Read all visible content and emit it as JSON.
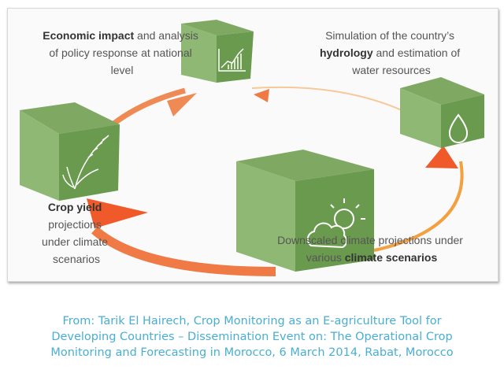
{
  "diagram": {
    "economic": {
      "bold": "Economic impact",
      "rest1": " and analysis",
      "line2": "of policy response at national",
      "line3": "level"
    },
    "hydrology": {
      "line1": "Simulation of the country’s",
      "bold": "hydrology",
      "rest2": " and estimation of",
      "line3": "water resources"
    },
    "crop": {
      "bold": "Crop yield",
      "line2": "projections",
      "line3": "under climate",
      "line4": "scenarios"
    },
    "climate": {
      "line1": "Downscaled climate projections under",
      "pre2": "various ",
      "bold": "climate scenarios"
    },
    "colors": {
      "cube_front": "#6a9a4e",
      "cube_side": "#8fb874",
      "cube_top": "#7fa862",
      "arrow": "#f07a45",
      "arrow_light": "#f3a040"
    }
  },
  "caption": {
    "line1": "From: Tarik El Hairech, Crop Monitoring as an E-agriculture Tool for",
    "line2": "Developing Countries – Dissemination Event on: The Operational Crop",
    "line3": "Monitoring and Forecasting in Morocco, 6 March 2014, Rabat, Morocco"
  }
}
